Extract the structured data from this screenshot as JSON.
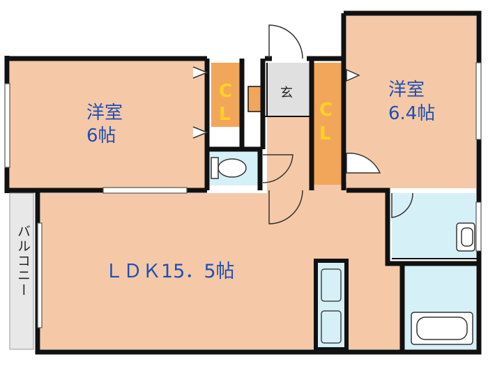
{
  "rooms": {
    "western_left": {
      "name": "洋室",
      "size": "6帖"
    },
    "western_right": {
      "name": "洋室",
      "size": "6.4帖"
    },
    "ldk": {
      "label": "ＬＤＫ15．5帖"
    },
    "closet_left": {
      "c": "C",
      "l": "L"
    },
    "closet_right": {
      "c": "C",
      "l": "L"
    },
    "entrance": {
      "label": "玄"
    },
    "balcony": {
      "label": "バルコニー"
    }
  },
  "colors": {
    "room_floor": "#f5c9a7",
    "closet": "#f2a65a",
    "wet_area": "#d6f0f7",
    "balcony": "#e8e8e8",
    "wall": "#111111",
    "room_label": "#1f4fb5",
    "closet_label": "#ffd21f"
  }
}
